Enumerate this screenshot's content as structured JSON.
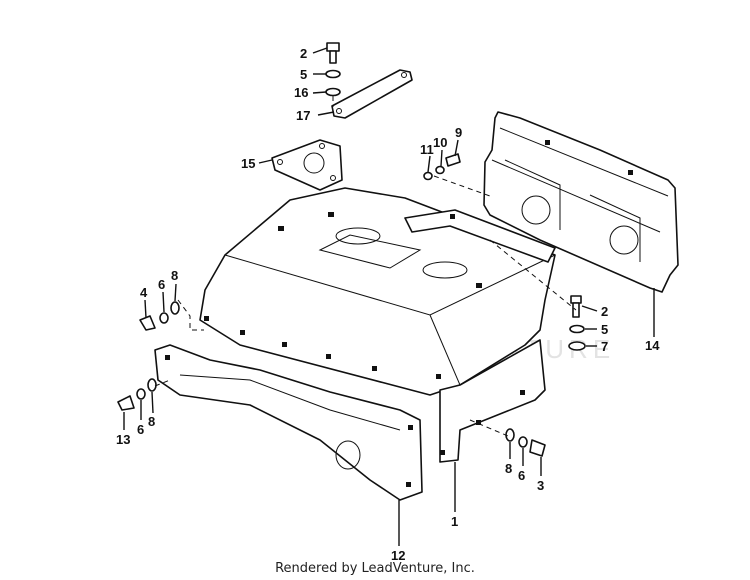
{
  "watermark": {
    "text": "LEADVENTURE"
  },
  "footer": {
    "text": "Rendered by LeadVenture, Inc."
  },
  "callouts": [
    "1",
    "2",
    "3",
    "4",
    "5",
    "6",
    "7",
    "8",
    "9",
    "10",
    "11",
    "12",
    "13",
    "14",
    "15",
    "16",
    "17"
  ],
  "labels": [
    {
      "id": "c2a",
      "text": "2"
    },
    {
      "id": "c5a",
      "text": "5"
    },
    {
      "id": "c16",
      "text": "16"
    },
    {
      "id": "c17",
      "text": "17"
    },
    {
      "id": "c15",
      "text": "15"
    },
    {
      "id": "c9",
      "text": "9"
    },
    {
      "id": "c10",
      "text": "10"
    },
    {
      "id": "c11",
      "text": "11"
    },
    {
      "id": "c4",
      "text": "4"
    },
    {
      "id": "c6a",
      "text": "6"
    },
    {
      "id": "c8a",
      "text": "8"
    },
    {
      "id": "c2b",
      "text": "2"
    },
    {
      "id": "c5b",
      "text": "5"
    },
    {
      "id": "c7",
      "text": "7"
    },
    {
      "id": "c14",
      "text": "14"
    },
    {
      "id": "c13",
      "text": "13"
    },
    {
      "id": "c6b",
      "text": "6"
    },
    {
      "id": "c8b",
      "text": "8"
    },
    {
      "id": "c8c",
      "text": "8"
    },
    {
      "id": "c6c",
      "text": "6"
    },
    {
      "id": "c3",
      "text": "3"
    },
    {
      "id": "c1",
      "text": "1"
    },
    {
      "id": "c12",
      "text": "12"
    }
  ]
}
